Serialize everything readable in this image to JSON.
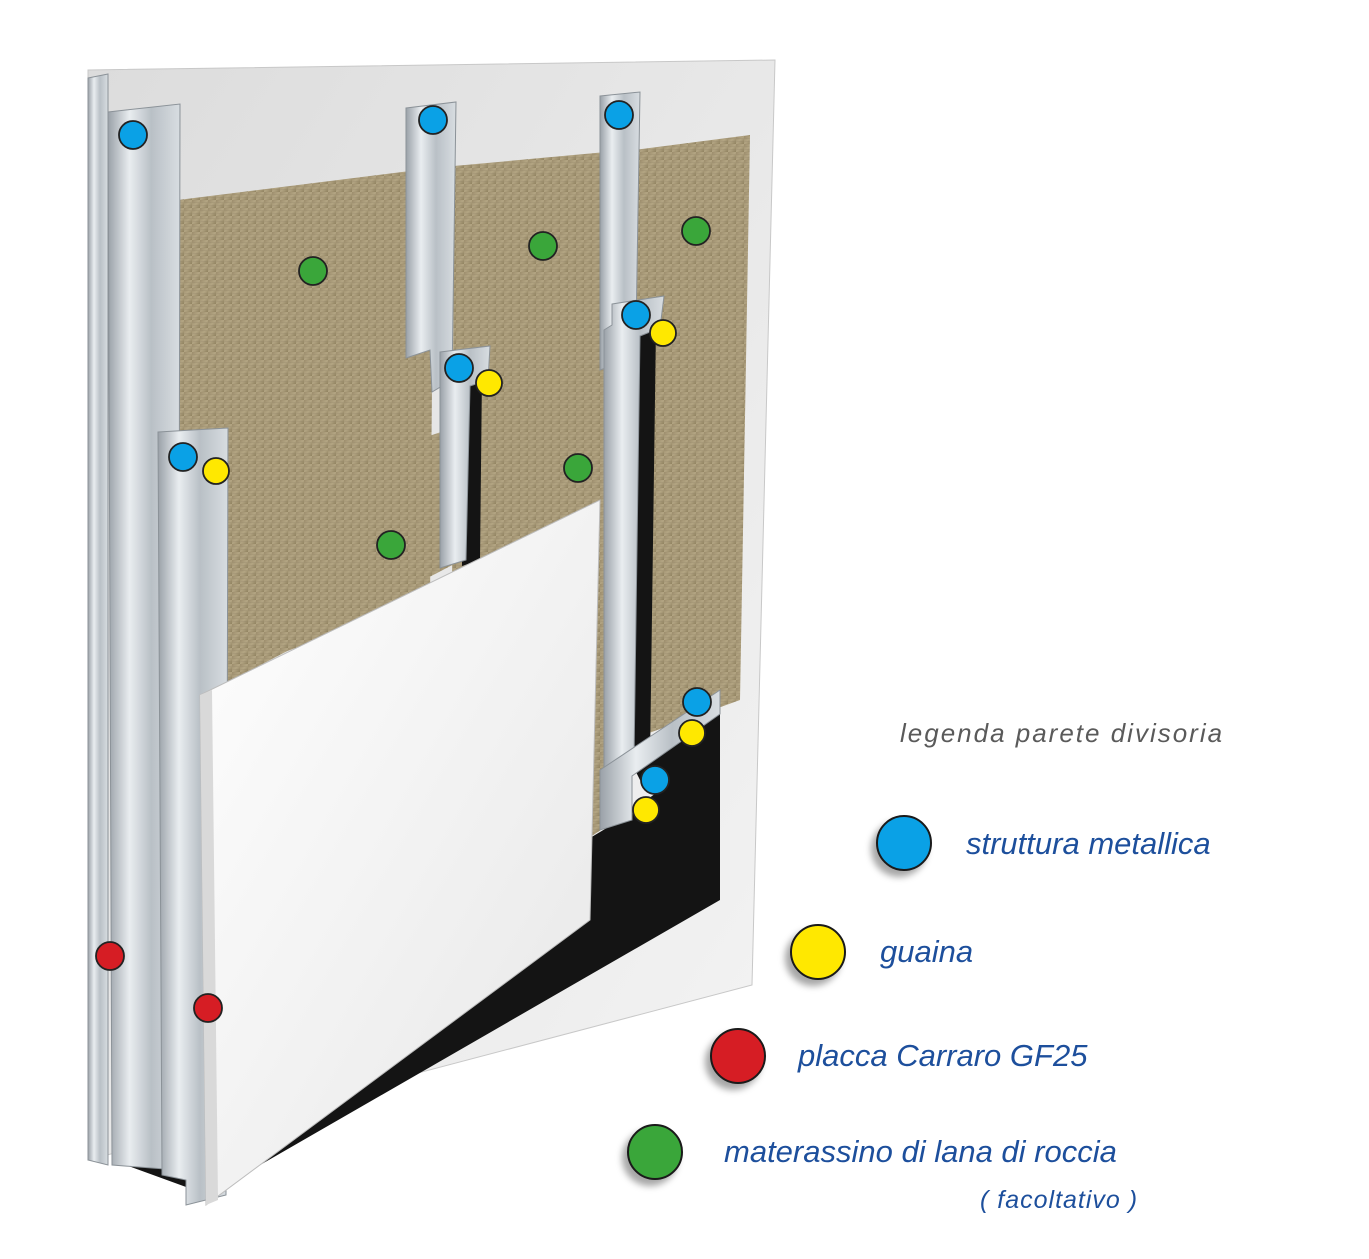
{
  "legend": {
    "title": "legenda parete divisoria",
    "items": [
      {
        "key": "metal",
        "label": "struttura metallica",
        "color": "#0aa1e6"
      },
      {
        "key": "sheath",
        "label": "guaina",
        "color": "#ffe800"
      },
      {
        "key": "board",
        "label": "placca Carraro GF25",
        "color": "#d61d24"
      },
      {
        "key": "wool",
        "label": "materassino di lana di roccia",
        "note": "( facoltativo )",
        "color": "#3aa63a"
      }
    ]
  },
  "colors": {
    "board_face": "#f2f2f2",
    "rock_wool": "#a89a7a",
    "steel": "#c7cdd2",
    "sheath_strip": "#141414",
    "legend_text": "#1d4f9c"
  }
}
